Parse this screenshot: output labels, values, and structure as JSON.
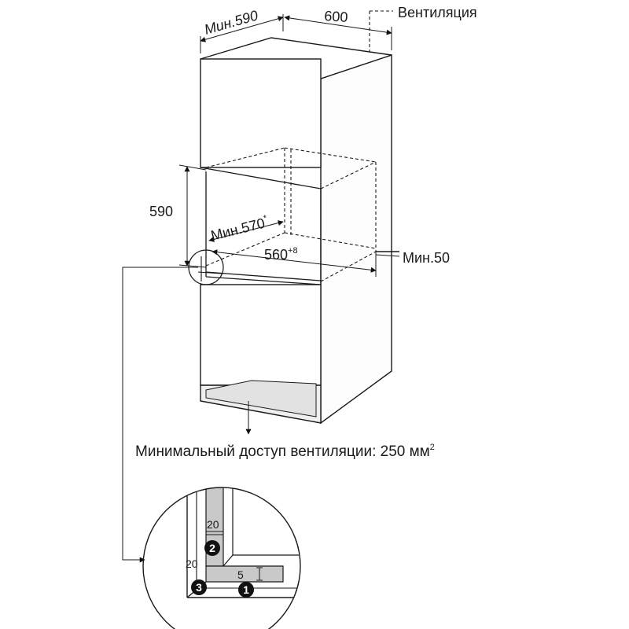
{
  "dimensions": {
    "min_depth": "Мин.590",
    "width": "600",
    "ventilation": "Вентиляция",
    "niche_height": "590",
    "min_inner_width": "Мин.570",
    "min_inner_width_mark": "*",
    "inner_width": "560",
    "inner_width_tolerance": "+8",
    "min_gap": "Мин.50"
  },
  "ventilation_note": {
    "text": "Минимальный доступ вентиляции: 250 мм",
    "unit_power": "2"
  },
  "detail": {
    "gap_top": "20",
    "gap_side": "20",
    "gap_bottom": "5",
    "markers": [
      "1",
      "2",
      "3"
    ]
  }
}
